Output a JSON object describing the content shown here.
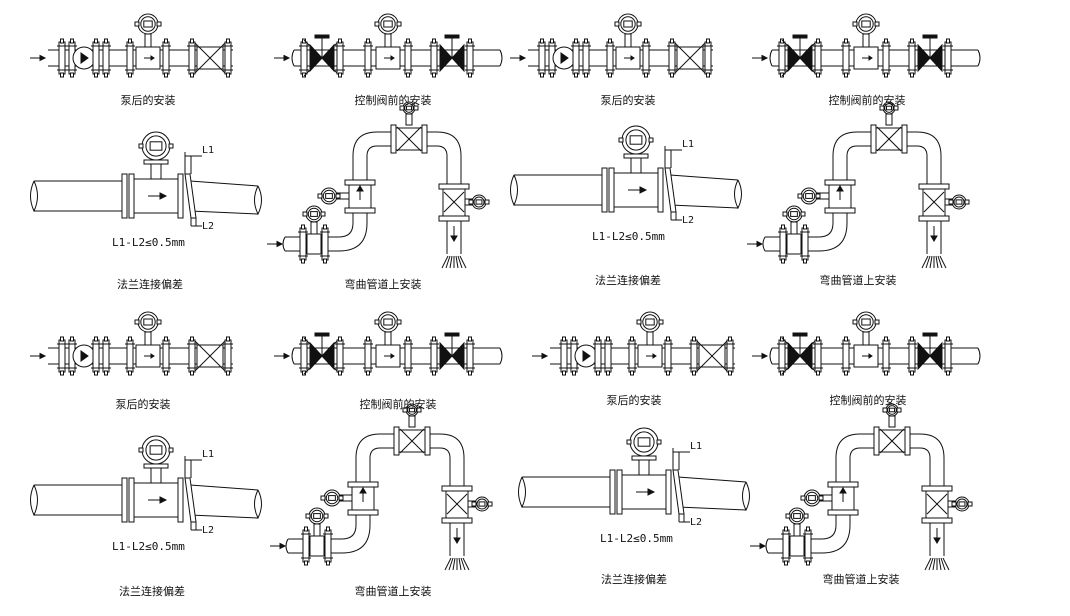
{
  "captions": {
    "pump": "泵后的安装",
    "valve": "控制阀前的安装",
    "flange": "法兰连接偏差",
    "bend": "弯曲管道上安装"
  },
  "flange_labels": {
    "l1": "L1",
    "l2": "L2",
    "formula": "L1-L2≤0.5mm"
  },
  "icons": {
    "flow_arrow": "flow-direction-arrow",
    "meter": "electromagnetic-flowmeter-icon",
    "valve": "gate-valve-icon",
    "pump": "pump-icon",
    "forbidden": "not-recommended-x-mark"
  }
}
